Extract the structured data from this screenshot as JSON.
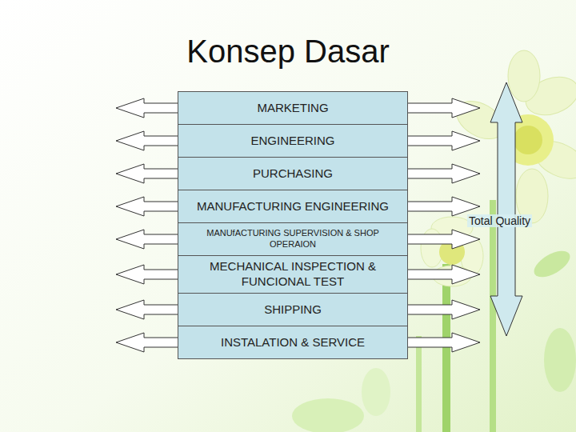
{
  "diagram": {
    "title": "Konsep Dasar",
    "nodes": [
      {
        "text": [
          "MARKETING"
        ]
      },
      {
        "text": [
          "ENGINEERING"
        ]
      },
      {
        "text": [
          "PURCHASING"
        ]
      },
      {
        "text": [
          "MANUFACTURING ENGINEERING"
        ]
      },
      {
        "text": [
          "MANUfACTURING SUPERVISION & SHOP OPERAION"
        ]
      },
      {
        "text": [
          "MECHANICAL INSPECTION & FUNCIONAL TEST"
        ]
      },
      {
        "text": [
          "SHIPPING"
        ]
      },
      {
        "text": [
          "INSTALATION & SERVICE"
        ]
      }
    ],
    "labels": [
      "Total Quality"
    ]
  }
}
